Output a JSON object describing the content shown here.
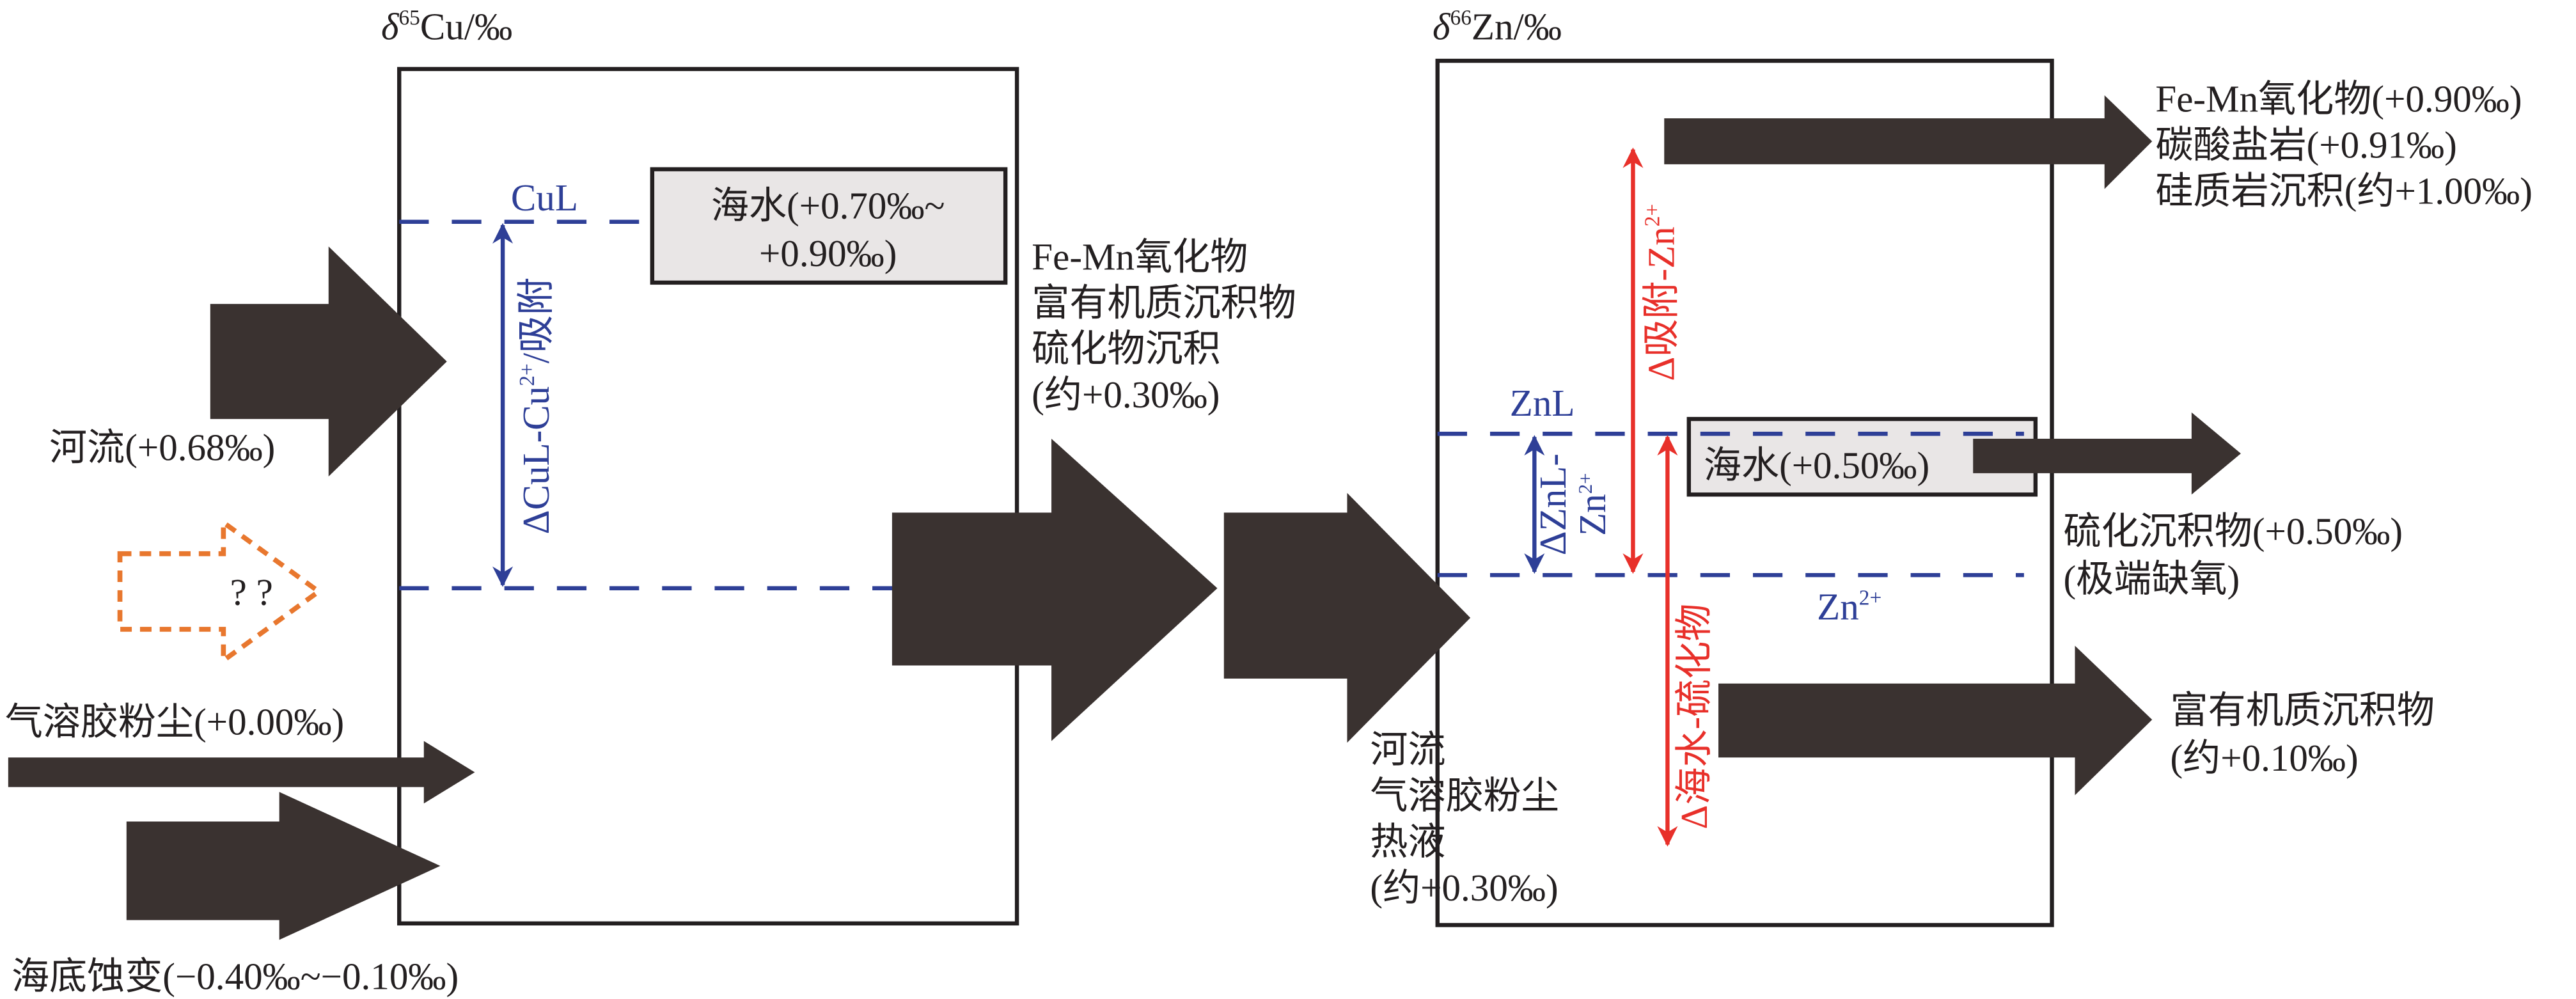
{
  "colors": {
    "arrow": "#3a3230",
    "isotope_line": "#2e3f97",
    "fractionation_arrow": "#e8302a",
    "unknown_flux": "#e8772e",
    "seawater_box": "#e9e6e6"
  },
  "cu_panel": {
    "axis_label": {
      "delta": "δ",
      "mass": "65",
      "element": "Cu/‰"
    },
    "cul_label": "CuL",
    "fractionation_label": {
      "pre": "ΔCuL-Cu",
      "sup": "2+",
      "post": "/吸附"
    },
    "seawater": {
      "line1": "海水(+0.70‰~",
      "line2": "+0.90‰)"
    },
    "inputs": [
      {
        "label": "河流(+0.68‰)"
      },
      {
        "label": "? ?"
      },
      {
        "label": "气溶胶粉尘(+0.00‰)"
      },
      {
        "label": "海底蚀变(−0.40‰~−0.10‰)"
      }
    ],
    "outputs": {
      "lines": [
        "Fe-Mn氧化物",
        "富有机质沉积物",
        "硫化物沉积",
        "(约+0.30‰)"
      ]
    }
  },
  "zn_panel": {
    "axis_label": {
      "delta": "δ",
      "mass": "66",
      "element": "Zn/‰"
    },
    "znl_label": "ZnL",
    "zn2_label": {
      "base": "Zn",
      "sup": "2+"
    },
    "znl_fractionation": {
      "line1": "ΔZnL-",
      "line2_base": "Zn",
      "line2_sup": "2+"
    },
    "adsorption_label": {
      "base": "Δ吸附-Zn",
      "sup": "2+"
    },
    "sulfide_label": "Δ海水-硫化物",
    "seawater": "海水(+0.50‰)",
    "inputs": {
      "lines": [
        "河流",
        "气溶胶粉尘",
        "热液",
        "(约+0.30‰)"
      ]
    },
    "outputs": [
      {
        "lines": [
          "Fe-Mn氧化物(+0.90‰)",
          "碳酸盐岩(+0.91‰)",
          "硅质岩沉积(约+1.00‰)"
        ]
      },
      {
        "lines": [
          "硫化沉积物(+0.50‰)",
          "(极端缺氧)"
        ]
      },
      {
        "lines": [
          "富有机质沉积物",
          "(约+0.10‰)"
        ]
      }
    ]
  }
}
